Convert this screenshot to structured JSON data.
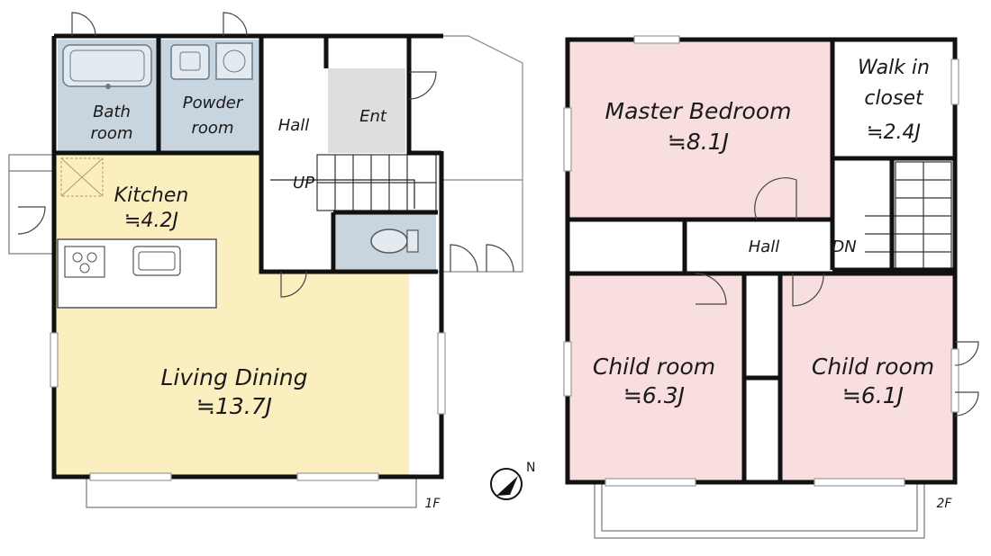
{
  "first_floor": {
    "floor_label": "1F",
    "bath": {
      "line1": "Bath",
      "line2": "room"
    },
    "powder": {
      "line1": "Powder",
      "line2": "room"
    },
    "hall": "Hall",
    "entrance": "Ent",
    "stair_label": "UP",
    "kitchen": {
      "name": "Kitchen",
      "size": "≒4.2J"
    },
    "living": {
      "name": "Living Dining",
      "size": "≒13.7J"
    }
  },
  "second_floor": {
    "floor_label": "2F",
    "master": {
      "name": "Master Bedroom",
      "size": "≒8.1J"
    },
    "walkin": {
      "line1": "Walk in",
      "line2": "closet",
      "size": "≒2.4J"
    },
    "hall": "Hall",
    "stair_label": "DN",
    "child_left": {
      "name": "Child room",
      "size": "≒6.3J"
    },
    "child_right": {
      "name": "Child room",
      "size": "≒6.1J"
    }
  },
  "compass": {
    "label": "N"
  },
  "colors": {
    "wall": "#111111",
    "wet_area": "#c8d4de",
    "living": "#fbefc0",
    "bedroom": "#f8dede",
    "entrance": "#dedede"
  }
}
